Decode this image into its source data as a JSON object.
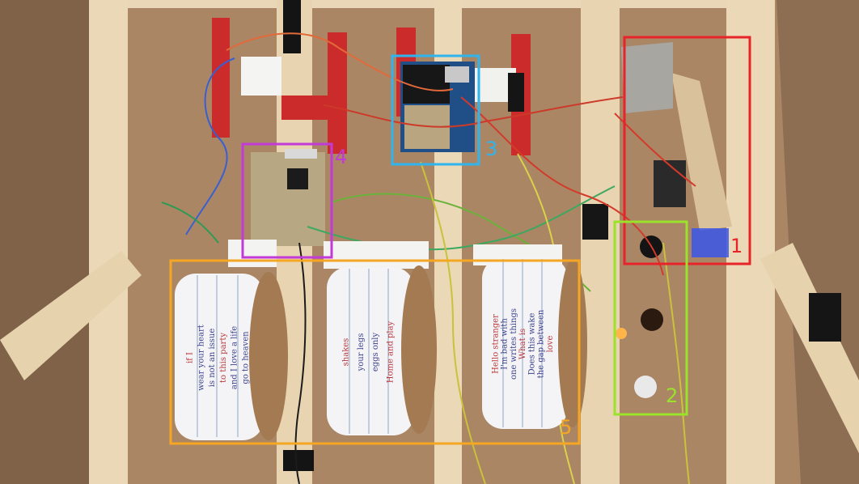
{
  "annotations": [
    {
      "label": "1",
      "color": "#e8232a"
    },
    {
      "label": "2",
      "color": "#9be22b"
    },
    {
      "label": "3",
      "color": "#2fb4ee"
    },
    {
      "label": "4",
      "color": "#c23ad8"
    },
    {
      "label": "5",
      "color": "#f5a623"
    }
  ],
  "rollers": [
    {
      "lines": [
        "if I",
        "wear your heart",
        "is not an issue",
        "to this party",
        "and I love a life",
        "go to heaven"
      ]
    },
    {
      "lines": [
        "shakes",
        "your legs",
        "eggs only",
        "Home and play"
      ]
    },
    {
      "lines": [
        "Hello stranger",
        "I'm bad with",
        "one writes things",
        "What is",
        "Does this wake",
        "the gap between",
        "love"
      ]
    }
  ]
}
